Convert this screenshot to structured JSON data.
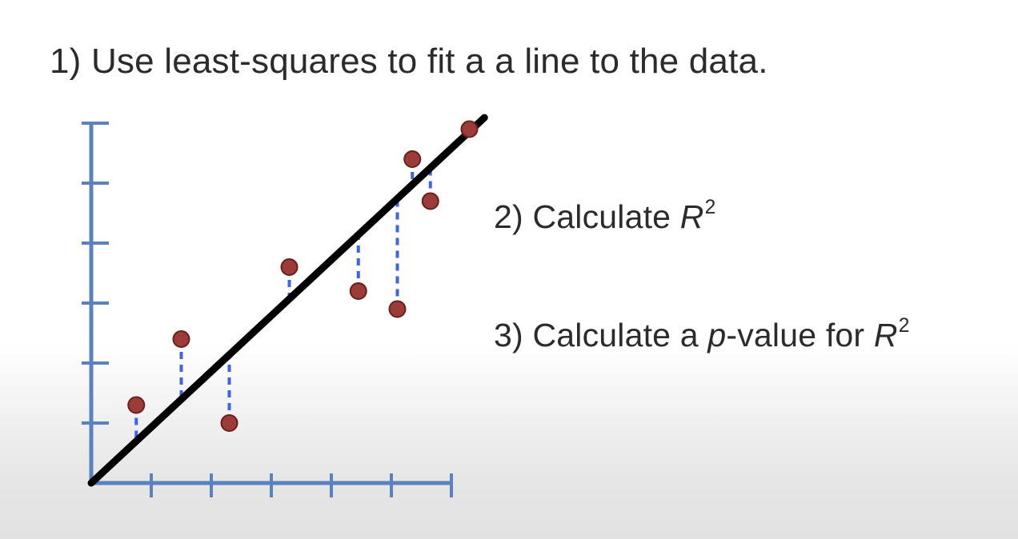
{
  "steps": {
    "step1": "1) Use least-squares to fit a a line to the data.",
    "step2_prefix": "2) Calculate ",
    "step2_var": "R",
    "step2_sup": "2",
    "step3_prefix": "3) Calculate a ",
    "step3_var_p": "p",
    "step3_middle": "-value for ",
    "step3_var_r": "R",
    "step3_sup": "2"
  },
  "colors": {
    "axis": "#5a82bf",
    "fit_line": "#000000",
    "residual": "#3f63e6",
    "point_fill": "#9c3c38",
    "point_stroke": "#6a1f1c",
    "text": "#2b2b2b"
  },
  "chart_data": {
    "type": "scatter",
    "description_of_marks": "points with least-squares fit line and dashed residuals",
    "x_ticks": 6,
    "y_ticks": 6,
    "xlim": [
      0,
      6
    ],
    "ylim": [
      0,
      6
    ],
    "points": [
      {
        "x": 0.75,
        "y": 1.3
      },
      {
        "x": 1.5,
        "y": 2.4
      },
      {
        "x": 2.3,
        "y": 1.0
      },
      {
        "x": 3.3,
        "y": 3.6
      },
      {
        "x": 4.45,
        "y": 3.2
      },
      {
        "x": 5.1,
        "y": 2.9
      },
      {
        "x": 5.35,
        "y": 5.4
      },
      {
        "x": 5.65,
        "y": 4.7
      },
      {
        "x": 6.3,
        "y": 5.9
      }
    ],
    "fit_line": {
      "slope": 0.93,
      "intercept": 0.0
    }
  }
}
